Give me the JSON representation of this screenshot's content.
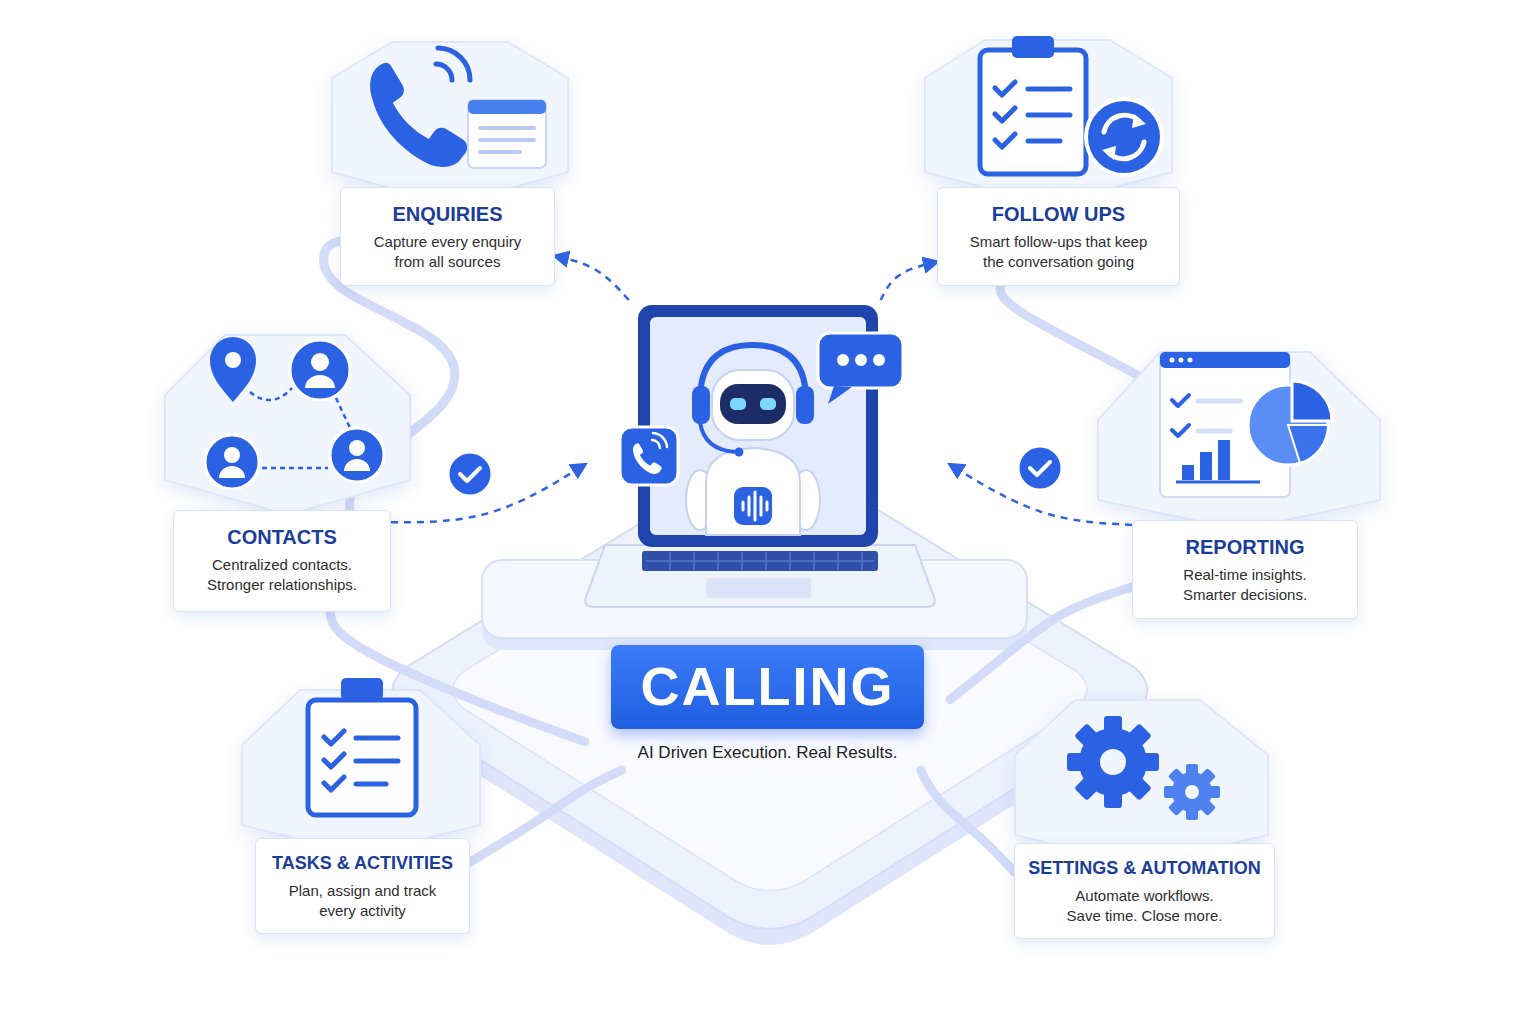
{
  "diagram": {
    "nodes": [
      {
        "text": [
          "ENQUIRIES",
          "Capture every enquiry from all sources"
        ]
      },
      {
        "text": [
          "FOLLOW UPS",
          "Smart follow-ups that keep the conversation going"
        ]
      },
      {
        "text": [
          "CONTACTS",
          "Centralized contacts. Stronger relationships."
        ]
      },
      {
        "text": [
          "CALLING",
          "AI Driven Execution. Real Results."
        ]
      },
      {
        "text": [
          "REPORTING",
          "Real-time insights. Smarter decisions."
        ]
      },
      {
        "text": [
          "TASKS & ACTIVITIES",
          "Plan, assign and track every activity"
        ]
      },
      {
        "text": [
          "SETTINGS & AUTOMATION",
          "Automate workflows. Save time. Close more."
        ]
      }
    ],
    "edges": [
      {
        "from": 3,
        "to": 0,
        "arrow": "to"
      },
      {
        "from": 3,
        "to": 1,
        "arrow": "to"
      },
      {
        "from": 2,
        "to": 3,
        "arrow": "to"
      },
      {
        "from": 4,
        "to": 3,
        "arrow": "to"
      },
      {
        "from": 0,
        "to": 2,
        "arrow": "none"
      },
      {
        "from": 1,
        "to": 4,
        "arrow": "none"
      },
      {
        "from": 2,
        "to": 3,
        "arrow": "none"
      },
      {
        "from": 4,
        "to": 3,
        "arrow": "none"
      },
      {
        "from": 5,
        "to": 3,
        "arrow": "none"
      },
      {
        "from": 6,
        "to": 3,
        "arrow": "none"
      }
    ]
  }
}
